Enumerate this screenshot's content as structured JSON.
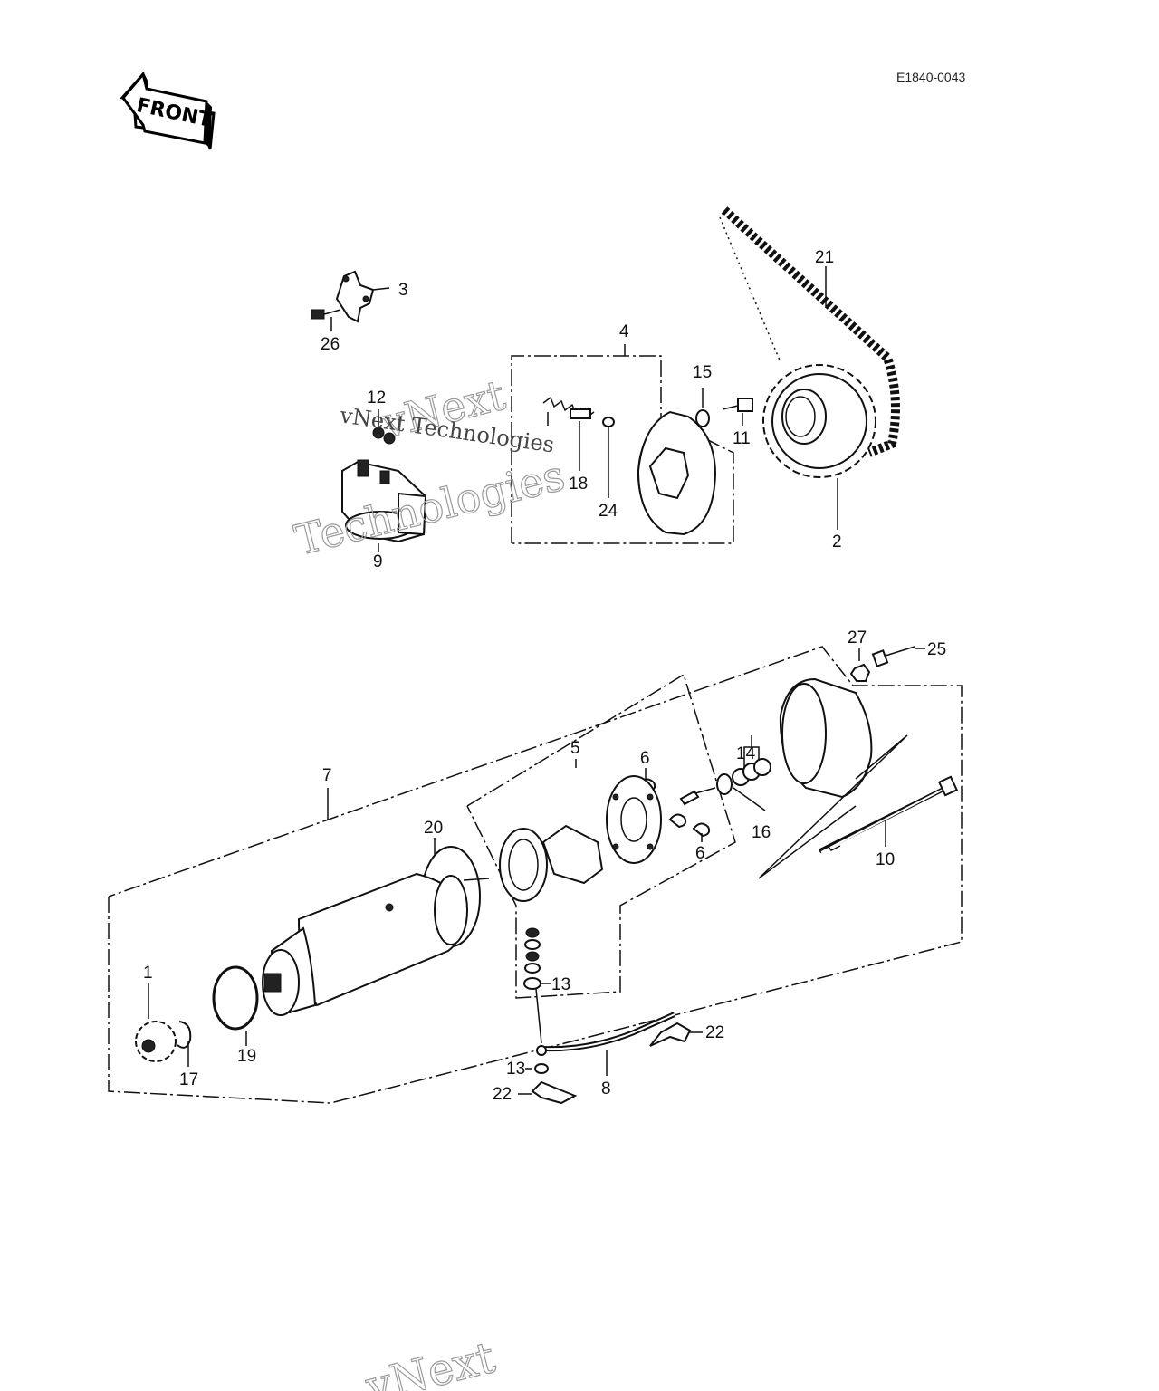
{
  "diagram_code": "E1840-0043",
  "front_label": "FRONT",
  "watermarks": {
    "line1": "vNext",
    "line2": "Technologies",
    "line3": "vNext Technologies",
    "bottom": "vNext"
  },
  "callouts": [
    {
      "id": "c1",
      "text": "1"
    },
    {
      "id": "c2",
      "text": "2"
    },
    {
      "id": "c3",
      "text": "3"
    },
    {
      "id": "c4",
      "text": "4"
    },
    {
      "id": "c5",
      "text": "5"
    },
    {
      "id": "c6a",
      "text": "6"
    },
    {
      "id": "c6b",
      "text": "6"
    },
    {
      "id": "c7",
      "text": "7"
    },
    {
      "id": "c8",
      "text": "8"
    },
    {
      "id": "c9",
      "text": "9"
    },
    {
      "id": "c10",
      "text": "10"
    },
    {
      "id": "c11",
      "text": "11"
    },
    {
      "id": "c12",
      "text": "12"
    },
    {
      "id": "c13a",
      "text": "13"
    },
    {
      "id": "c13b",
      "text": "13"
    },
    {
      "id": "c14",
      "text": "14"
    },
    {
      "id": "c15",
      "text": "15"
    },
    {
      "id": "c16",
      "text": "16"
    },
    {
      "id": "c17",
      "text": "17"
    },
    {
      "id": "c18",
      "text": "18"
    },
    {
      "id": "c19",
      "text": "19"
    },
    {
      "id": "c20",
      "text": "20"
    },
    {
      "id": "c21",
      "text": "21"
    },
    {
      "id": "c22a",
      "text": "22"
    },
    {
      "id": "c22b",
      "text": "22"
    },
    {
      "id": "c24",
      "text": "24"
    },
    {
      "id": "c25",
      "text": "25"
    },
    {
      "id": "c26",
      "text": "26"
    },
    {
      "id": "c27",
      "text": "27"
    }
  ]
}
